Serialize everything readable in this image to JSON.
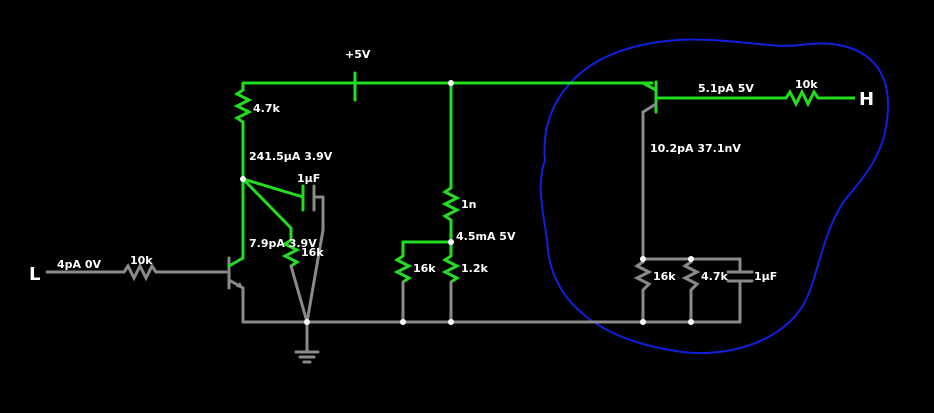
{
  "labels": {
    "supply": "+5V",
    "r_top": "4.7k",
    "node_top": "241.5µA 3.9V",
    "cap_top": "1µF",
    "node_mid": "7.9pA 3.9V",
    "r_mid": "16k",
    "r_in": "10k",
    "in_val": "4pA 0V",
    "in_name": "L",
    "ind": "1n",
    "node_right": "4.5mA 5V",
    "r_div_left": "16k",
    "r_div_right": "1.2k",
    "out_val": "5.1pA 5V",
    "r_out": "10k",
    "out_name": "H",
    "emit_val": "10.2pA 37.1nV",
    "r_e1": "16k",
    "r_e2": "4.7k",
    "cap_e": "1µF"
  },
  "colors": {
    "active": "#22dd22",
    "inactive": "#8a8a8a",
    "annotation": "#1020dd"
  }
}
